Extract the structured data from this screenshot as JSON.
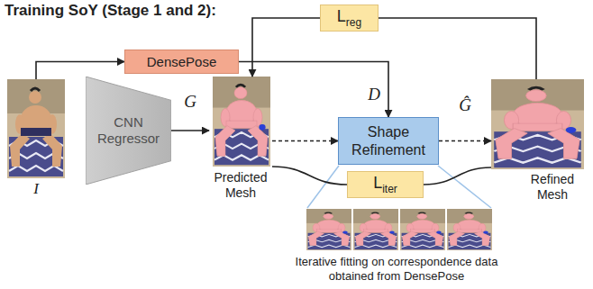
{
  "diagram": {
    "title": "Training SoY (Stage 1 and 2):",
    "nodes": [
      {
        "text": [
          "DensePose"
        ]
      },
      {
        "text": [
          "I"
        ]
      },
      {
        "text": [
          "CNN Regressor"
        ]
      },
      {
        "text": [
          "Predicted Mesh"
        ]
      },
      {
        "text": [
          "Shape Refinement"
        ]
      },
      {
        "text": [
          "Refined Mesh"
        ]
      },
      {
        "text": [
          "L",
          "reg"
        ]
      },
      {
        "text": [
          "L",
          "iter"
        ]
      }
    ],
    "edges": [
      {
        "from": 1,
        "to": 0,
        "arrow": "to"
      },
      {
        "from": 2,
        "to": 3,
        "label": "G",
        "arrow": "to"
      },
      {
        "from": 0,
        "to": 4,
        "label": "D",
        "arrow": "to"
      },
      {
        "from": 3,
        "to": 4,
        "arrow": "to"
      },
      {
        "from": 4,
        "to": 5,
        "label": "Ĝ",
        "arrow": "to"
      },
      {
        "from": 5,
        "to": 6,
        "arrow": "none"
      },
      {
        "from": 6,
        "to": 3,
        "arrow": "to"
      },
      {
        "from": 3,
        "to": 7,
        "arrow": "none"
      },
      {
        "from": 5,
        "to": 7,
        "arrow": "none"
      }
    ],
    "labels": [
      "Iterative fitting on correspondence data obtained from DensePose"
    ]
  }
}
